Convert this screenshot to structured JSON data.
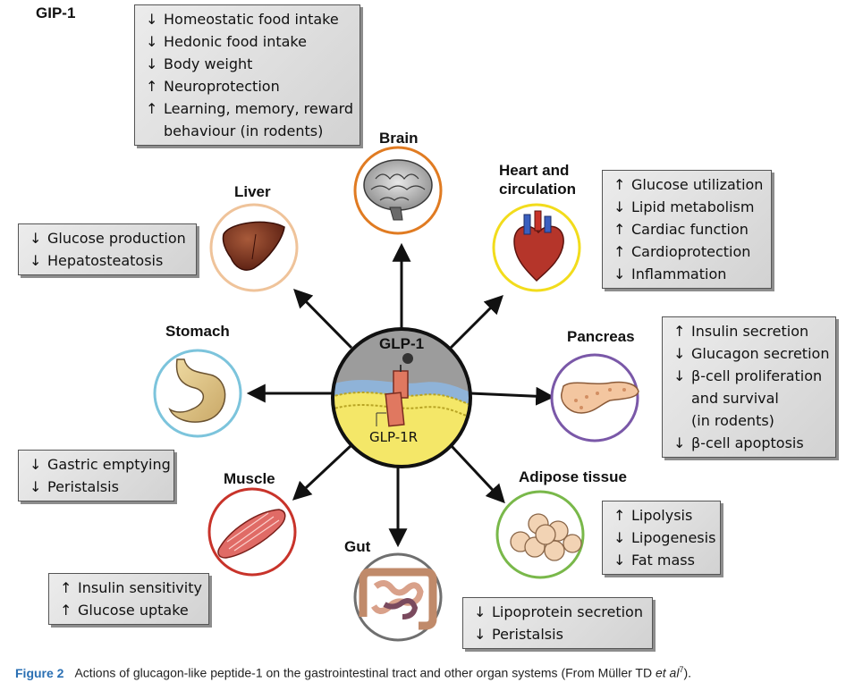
{
  "title": "GIP-1",
  "center": {
    "top_label": "GLP-1",
    "bottom_label": "GLP-1R"
  },
  "organs": [
    {
      "id": "brain",
      "label": "Brain"
    },
    {
      "id": "heart",
      "label_lines": [
        "Heart and",
        "circulation"
      ]
    },
    {
      "id": "liver",
      "label": "Liver"
    },
    {
      "id": "stomach",
      "label": "Stomach"
    },
    {
      "id": "pancreas",
      "label": "Pancreas"
    },
    {
      "id": "muscle",
      "label": "Muscle"
    },
    {
      "id": "adipose",
      "label": "Adipose tissue"
    },
    {
      "id": "gut",
      "label": "Gut"
    }
  ],
  "boxes": {
    "brain": [
      {
        "arrow": "↓",
        "text": "Homeostatic food intake"
      },
      {
        "arrow": "↓",
        "text": "Hedonic food intake"
      },
      {
        "arrow": "↓",
        "text": "Body weight"
      },
      {
        "arrow": "↑",
        "text": "Neuroprotection"
      },
      {
        "arrow": "↑",
        "text": "Learning, memory, reward"
      },
      {
        "arrow": "",
        "text": "behaviour (in rodents)"
      }
    ],
    "heart": [
      {
        "arrow": "↑",
        "text": "Glucose utilization"
      },
      {
        "arrow": "↓",
        "text": "Lipid metabolism"
      },
      {
        "arrow": "↑",
        "text": "Cardiac function"
      },
      {
        "arrow": "↑",
        "text": "Cardioprotection"
      },
      {
        "arrow": "↓",
        "text": "Inflammation"
      }
    ],
    "liver": [
      {
        "arrow": "↓",
        "text": "Glucose production"
      },
      {
        "arrow": "↓",
        "text": "Hepatosteatosis"
      }
    ],
    "pancreas": [
      {
        "arrow": "↑",
        "text": "Insulin secretion"
      },
      {
        "arrow": "↓",
        "text": "Glucagon secretion"
      },
      {
        "arrow": "↓",
        "text": "β-cell proliferation"
      },
      {
        "arrow": "",
        "text": "and survival"
      },
      {
        "arrow": "",
        "text": "(in rodents)"
      },
      {
        "arrow": "↓",
        "text": "β-cell apoptosis"
      }
    ],
    "stomach": [
      {
        "arrow": "↓",
        "text": "Gastric emptying"
      },
      {
        "arrow": "↓",
        "text": "Peristalsis"
      }
    ],
    "adipose": [
      {
        "arrow": "↑",
        "text": "Lipolysis"
      },
      {
        "arrow": "↓",
        "text": "Lipogenesis"
      },
      {
        "arrow": "↓",
        "text": "Fat mass"
      }
    ],
    "muscle": [
      {
        "arrow": "↑",
        "text": "Insulin sensitivity"
      },
      {
        "arrow": "↑",
        "text": "Glucose uptake"
      }
    ],
    "gut": [
      {
        "arrow": "↓",
        "text": "Lipoprotein secretion"
      },
      {
        "arrow": "↓",
        "text": "Peristalsis"
      }
    ]
  },
  "caption": {
    "figure_label": "Figure 2",
    "text": "Actions of glucagon-like peptide-1 on the gastrointestinal tract and other organ systems (From Müller TD ",
    "italic": "et al",
    "sup": "7",
    "end": ")."
  },
  "colors": {
    "brain": "#e07b22",
    "heart": "#f2dc1c",
    "liver": "#efc39a",
    "stomach": "#7cc4dc",
    "pancreas": "#7a58a8",
    "muscle": "#c8332a",
    "adipose": "#79b84a",
    "gut": "#6f6f6f",
    "caption_label": "#2a6fb3"
  }
}
